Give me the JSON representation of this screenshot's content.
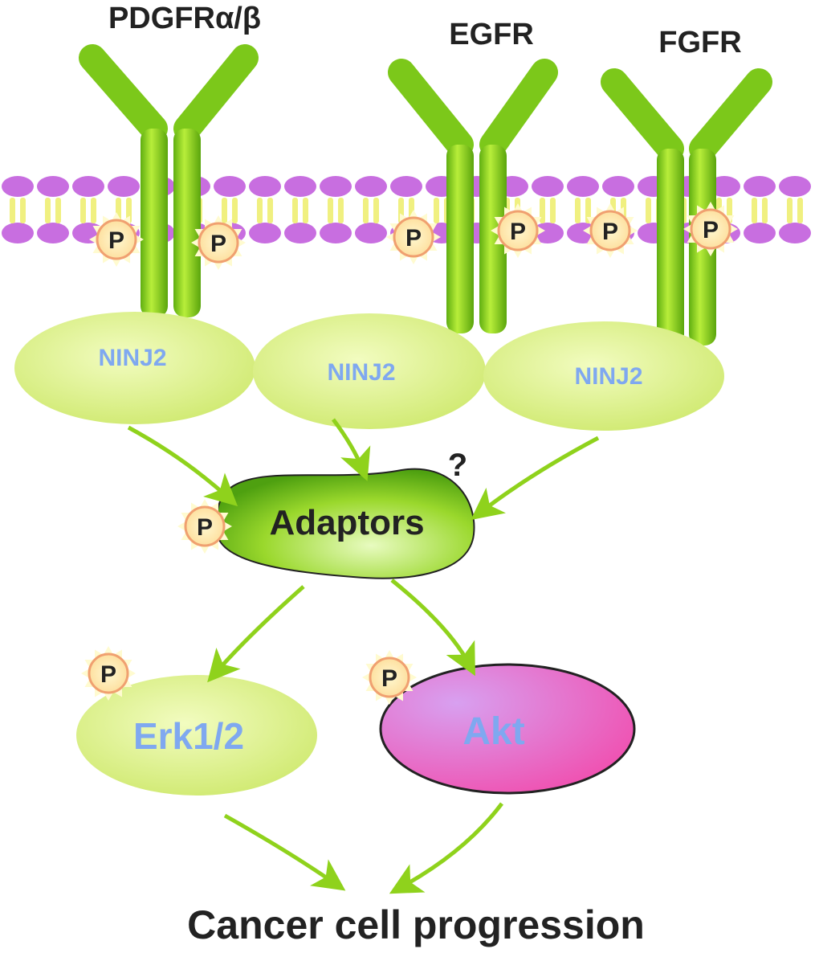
{
  "receptors": {
    "pdgfr": "PDGFRα/β",
    "egfr": "EGFR",
    "fgfr": "FGFR"
  },
  "ninj2": [
    "NINJ2",
    "NINJ2",
    "NINJ2"
  ],
  "adaptors": "Adaptors",
  "question": "?",
  "phospho": "P",
  "erk": "Erk1/2",
  "akt": "Akt",
  "outcome": "Cancer cell progression",
  "colors": {
    "green": "#8fd21c",
    "ninj": "#def58a",
    "lipid": "#c86ee0",
    "akt": "#e860c8",
    "label_blue": "#7fa8f0"
  }
}
